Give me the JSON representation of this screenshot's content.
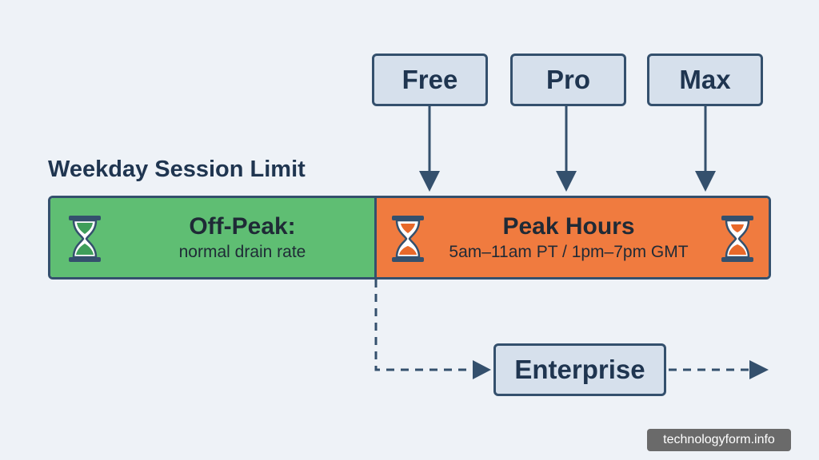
{
  "tiers": [
    {
      "label": "Free"
    },
    {
      "label": "Pro"
    },
    {
      "label": "Max"
    }
  ],
  "section_title": "Weekday Session Limit",
  "offpeak": {
    "title": "Off-Peak:",
    "subtitle": "normal drain rate"
  },
  "peak": {
    "title": "Peak Hours",
    "subtitle": "5am–11am PT / 1pm–7pm GMT"
  },
  "enterprise": {
    "label": "Enterprise"
  },
  "watermark": "technologyform.info",
  "icons": {
    "tier_arrow": "arrow-down-icon",
    "hourglass": "hourglass-icon",
    "dashed_arrow": "dashed-arrow-right-icon"
  },
  "colors": {
    "background": "#eef2f7",
    "box_fill": "#d6e0ec",
    "outline": "#34506d",
    "offpeak_green": "#5fbe73",
    "peak_orange": "#f07b3f",
    "text_dark": "#1f3550"
  }
}
